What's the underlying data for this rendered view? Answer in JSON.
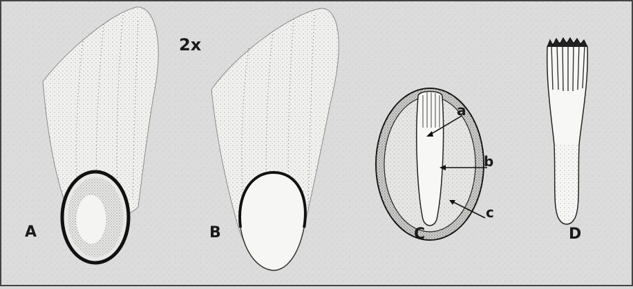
{
  "figure": {
    "scale_label": "2x",
    "panels": [
      {
        "id": "A",
        "label": "A"
      },
      {
        "id": "B",
        "label": "B"
      },
      {
        "id": "C",
        "label": "C"
      },
      {
        "id": "D",
        "label": "D"
      }
    ],
    "callouts": [
      {
        "id": "a",
        "label": "a"
      },
      {
        "id": "b",
        "label": "b"
      },
      {
        "id": "c",
        "label": "c"
      }
    ]
  },
  "colors": {
    "background": "#d9d9d9",
    "ink": "#1a1a1a",
    "seed_fill": "#f3f3f1",
    "stipple": "#6a6a6a"
  }
}
